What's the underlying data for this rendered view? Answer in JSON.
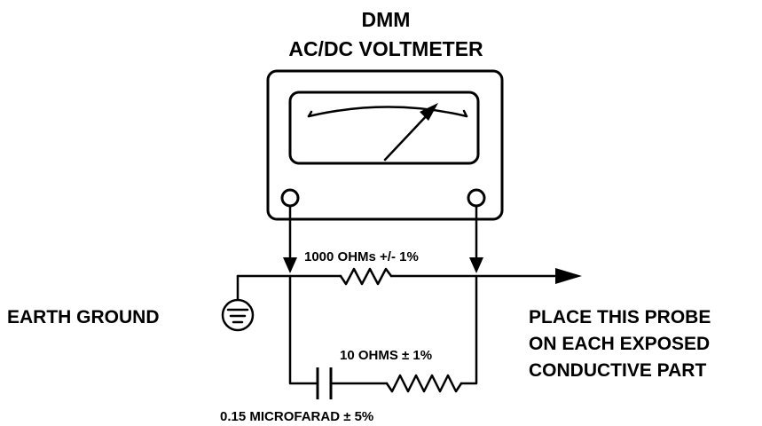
{
  "title": {
    "line1": "DMM",
    "line2": "AC/DC VOLTMETER"
  },
  "labels": {
    "resistor_1000": "1000 OHMs +/- 1%",
    "resistor_10": "10 OHMS ± 1%",
    "capacitor": "0.15 MICROFARAD ± 5%",
    "earth_ground": "EARTH GROUND",
    "probe_line1": "PLACE THIS PROBE",
    "probe_line2": "ON EACH EXPOSED",
    "probe_line3": "CONDUCTIVE PART"
  },
  "icons": {
    "meter": "analog-meter-icon",
    "ground": "earth-ground-icon",
    "resistor": "resistor-zigzag-icon",
    "capacitor": "capacitor-icon",
    "probe": "arrow-right-icon"
  },
  "colors": {
    "ink": "#000000",
    "background": "#ffffff"
  }
}
